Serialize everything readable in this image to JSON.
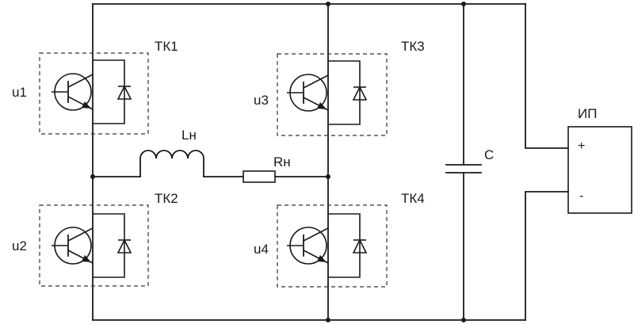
{
  "modules": [
    {
      "name": "ТК1",
      "input": "u1"
    },
    {
      "name": "ТК2",
      "input": "u2"
    },
    {
      "name": "ТК3",
      "input": "u3"
    },
    {
      "name": "ТК4",
      "input": "u4"
    }
  ],
  "load": {
    "inductor": "Lн",
    "resistor": "Rн"
  },
  "capacitor": "C",
  "power_supply": {
    "name": "ИП",
    "plus": "+",
    "minus": "-"
  }
}
